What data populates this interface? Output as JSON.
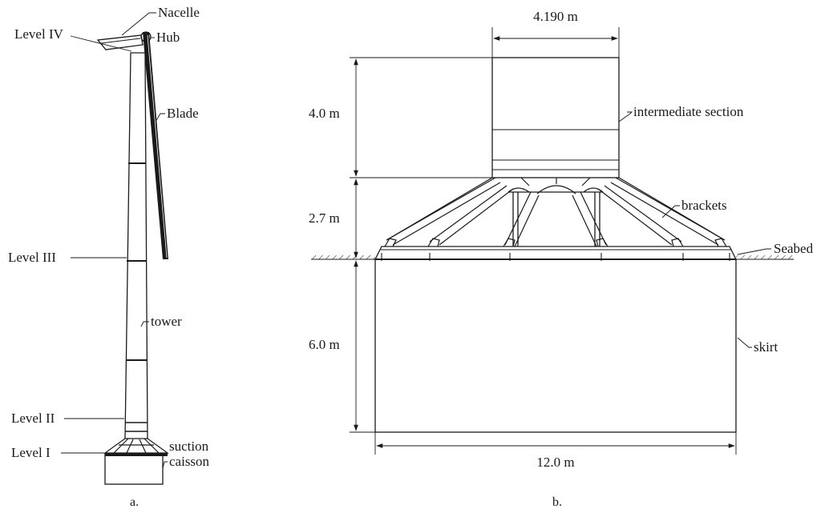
{
  "panel_a": {
    "caption": "a.",
    "labels": {
      "nacelle": "Nacelle",
      "hub": "Hub",
      "blade": "Blade",
      "tower": "tower",
      "level_iv": "Level IV",
      "level_iii": "Level III",
      "level_ii": "Level II",
      "level_i": "Level I",
      "caisson_line1": "suction",
      "caisson_line2": "caisson"
    }
  },
  "panel_b": {
    "caption": "b.",
    "dimensions": {
      "top_width": "4.190 m",
      "intermediate_height": "4.0 m",
      "bracket_height": "2.7 m",
      "skirt_height": "6.0 m",
      "base_width": "12.0 m"
    },
    "labels": {
      "intermediate_section": "intermediate section",
      "brackets": "brackets",
      "seabed": "Seabed",
      "skirt": "skirt"
    }
  }
}
